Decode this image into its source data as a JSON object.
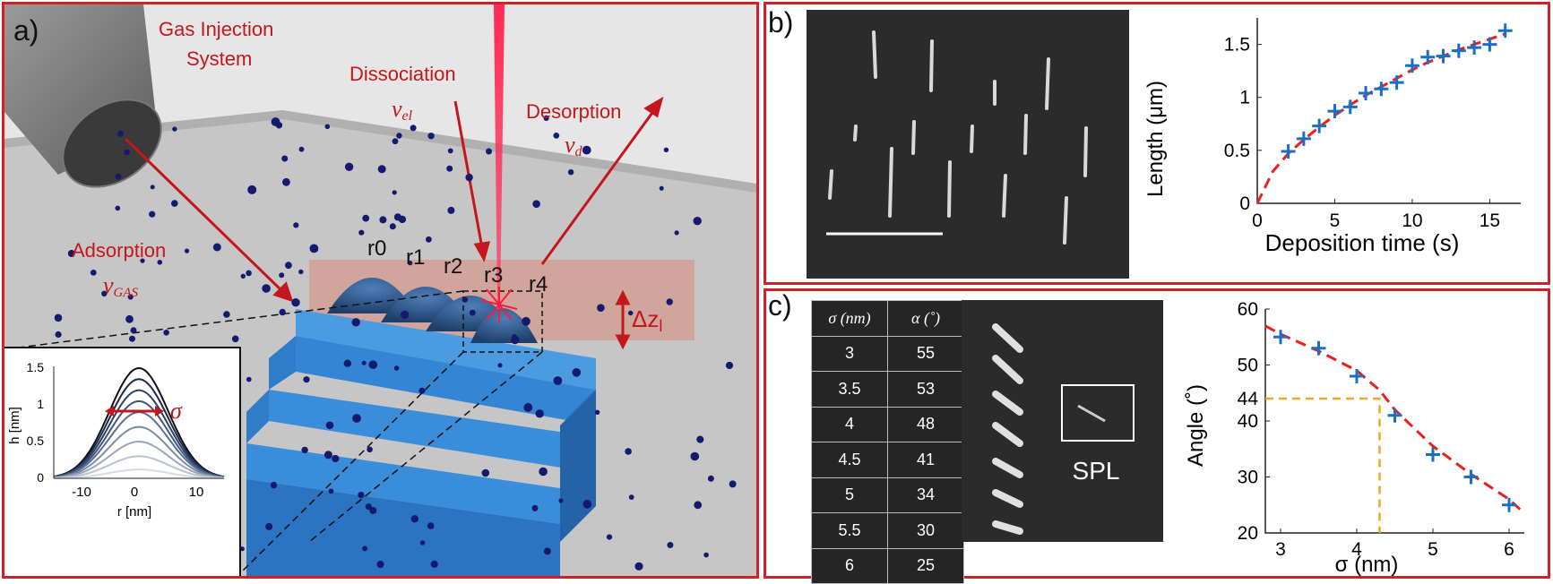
{
  "panel_a": {
    "label": "a)",
    "gis_label_1": "Gas Injection",
    "gis_label_2": "System",
    "dissociation": "Dissociation",
    "nu_el": "ν",
    "nu_el_sub": "el",
    "desorption": "Desorption",
    "nu_d": "ν",
    "nu_d_sub": "d",
    "adsorption": "Adsorption",
    "nu_gas": "ν",
    "nu_gas_sub": "GAS",
    "r_labels": [
      "r0",
      "r1",
      "r2",
      "r3",
      "r4"
    ],
    "delta_z": "Δz",
    "delta_z_sub": "l",
    "colors": {
      "annotation": "#c4161c",
      "steps": "#3d8fd8",
      "molecule": "#141a6e",
      "beam": "#ff2a55"
    },
    "inset": {
      "ylabel": "h [nm]",
      "xlabel": "r [nm]",
      "sigma": "σ",
      "yticks": [
        "0",
        "0.5",
        "1",
        "1.5"
      ],
      "xticks": [
        "-10",
        "0",
        "10"
      ]
    }
  },
  "panel_b": {
    "label": "b)",
    "chart_data": {
      "type": "scatter",
      "xlabel": "Deposition time (s)",
      "ylabel": "Length (μm)",
      "xlim": [
        0,
        17
      ],
      "ylim": [
        0,
        1.75
      ],
      "xticks": [
        "0",
        "5",
        "10",
        "15"
      ],
      "yticks": [
        "0",
        "0.5",
        "1",
        "1.5"
      ],
      "series": [
        {
          "x": [
            2,
            3,
            4,
            5,
            6,
            7,
            8,
            9,
            10,
            11,
            12,
            13,
            14,
            15,
            16
          ],
          "y": [
            0.49,
            0.61,
            0.73,
            0.87,
            0.91,
            1.04,
            1.08,
            1.14,
            1.3,
            1.38,
            1.39,
            1.44,
            1.47,
            1.5,
            1.63
          ]
        }
      ],
      "fit": {
        "x": [
          0,
          1,
          2,
          3,
          4,
          5,
          6,
          7,
          8,
          9,
          10,
          11,
          12,
          13,
          14,
          15,
          16
        ],
        "y": [
          0,
          0.3,
          0.47,
          0.6,
          0.72,
          0.83,
          0.93,
          1.02,
          1.1,
          1.18,
          1.26,
          1.33,
          1.39,
          1.45,
          1.5,
          1.55,
          1.6
        ]
      }
    }
  },
  "panel_c": {
    "label": "c)",
    "table": {
      "headers": [
        "σ (nm)",
        "α (˚)"
      ],
      "rows": [
        [
          "3",
          "55"
        ],
        [
          "3.5",
          "53"
        ],
        [
          "4",
          "48"
        ],
        [
          "4.5",
          "41"
        ],
        [
          "5",
          "34"
        ],
        [
          "5.5",
          "30"
        ],
        [
          "6",
          "25"
        ]
      ]
    },
    "spl_label": "SPL",
    "chart_data": {
      "type": "scatter",
      "xlabel": "σ (nm)",
      "ylabel": "Angle (˚)",
      "xlim": [
        2.8,
        6.2
      ],
      "ylim": [
        20,
        60
      ],
      "xticks": [
        "3",
        "4",
        "5",
        "6"
      ],
      "yticks": [
        "20",
        "30",
        "40",
        "44",
        "50",
        "60"
      ],
      "series": [
        {
          "x": [
            3,
            3.5,
            4,
            4.5,
            5,
            5.5,
            6
          ],
          "y": [
            55,
            53,
            48,
            41,
            34,
            30,
            25
          ]
        }
      ],
      "fit": {
        "x": [
          2.8,
          3,
          3.5,
          4,
          4.3,
          4.5,
          5,
          5.5,
          6,
          6.2
        ],
        "y": [
          57,
          55.5,
          52.5,
          49,
          45.5,
          42,
          35.5,
          30.5,
          26,
          23.5
        ]
      },
      "guide": {
        "x": 4.3,
        "y": 44
      }
    }
  }
}
